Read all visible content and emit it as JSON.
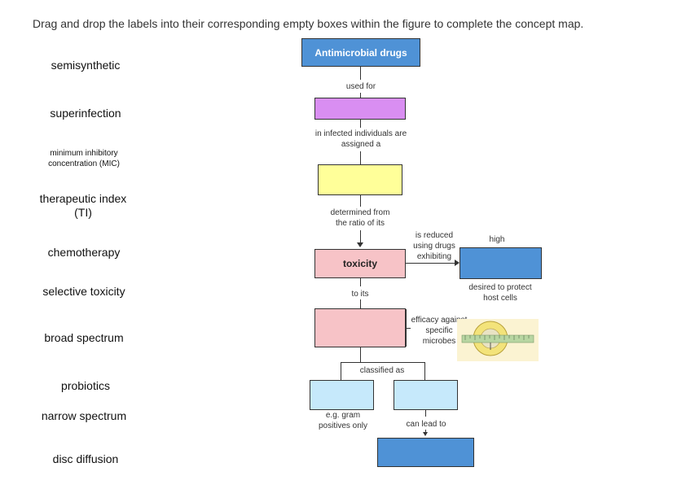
{
  "instruction": "Drag and drop the labels into their corresponding empty boxes within the figure to complete the concept map.",
  "labels": [
    "semisynthetic",
    "superinfection",
    "minimum inhibitory concentration (MIC)",
    "therapeutic index (TI)",
    "chemotherapy",
    "selective toxicity",
    "broad spectrum",
    "probiotics",
    "narrow spectrum",
    "disc diffusion"
  ],
  "map": {
    "top_box": "Antimicrobial drugs",
    "used_for": "used for",
    "in_infected": "in infected individuals are assigned a",
    "determined_from": "determined from the ratio of its",
    "toxicity": "toxicity",
    "is_reduced": "is reduced using drugs exhibiting",
    "high": "high",
    "desired": "desired to protect host cells",
    "to_its": "to its",
    "efficacy": "efficacy against specific microbes",
    "classified_as": "classified as",
    "eg_gram": "e.g. gram positives only",
    "can_lead_to": "can lead to"
  },
  "colors": {
    "blue": "#4f92d6",
    "purple": "#d98ef2",
    "yellow": "#ffff99",
    "pink": "#f7c3c7",
    "light_blue": "#c6e9fb"
  },
  "icons": [
    "ruler-icon"
  ]
}
